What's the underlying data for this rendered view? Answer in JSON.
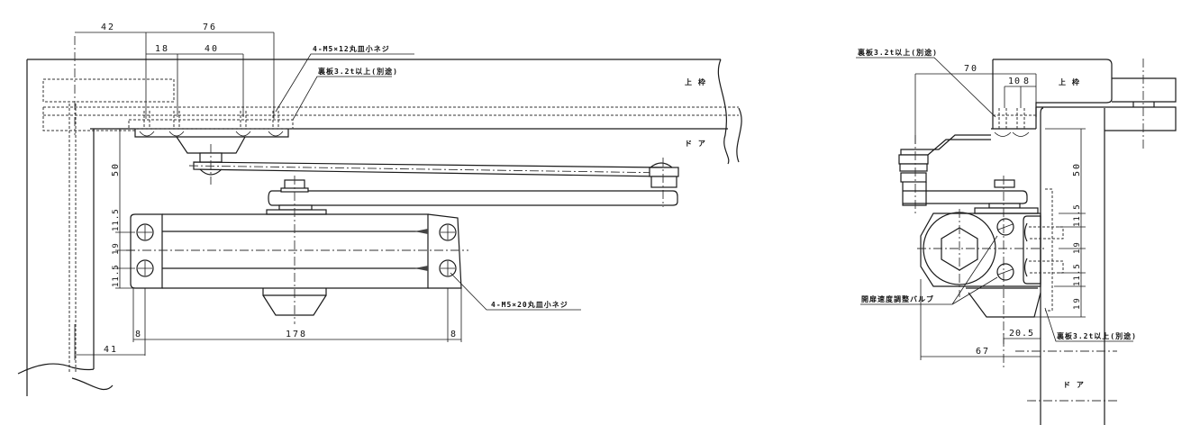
{
  "drawing": {
    "title": "Door closer installation dimension drawing",
    "front_view": {
      "dimensions": {
        "d42": "42",
        "d76": "76",
        "d18": "18",
        "d40": "40",
        "d50": "50",
        "d11_5_top": "11.5",
        "d19": "19",
        "d11_5_bottom": "11.5",
        "d8_left": "8",
        "d178": "178",
        "d8_right": "8",
        "d41": "41"
      },
      "labels": {
        "bracket_screws": "4-M5×12丸皿小ネジ",
        "backing_plate": "裏板3.2t以上(別途)",
        "body_screws": "4-M5×20丸皿小ネジ",
        "frame": "上 枠",
        "door": "ド ア"
      }
    },
    "side_view": {
      "dimensions": {
        "d70": "70",
        "d10": "10",
        "d8": "8",
        "d50": "50",
        "d11_5_top": "11.5",
        "d19_mid": "19",
        "d11_5_bottom": "11.5",
        "d19_bottom": "19",
        "d20_5": "20.5",
        "d67": "67"
      },
      "labels": {
        "backing_plate_top": "裏板3.2t以上(別途)",
        "valve": "開扉速度調整バルブ",
        "backing_plate_bottom": "裏板3.2t以上(別途)",
        "frame": "上 枠",
        "door": "ド ア"
      }
    }
  }
}
